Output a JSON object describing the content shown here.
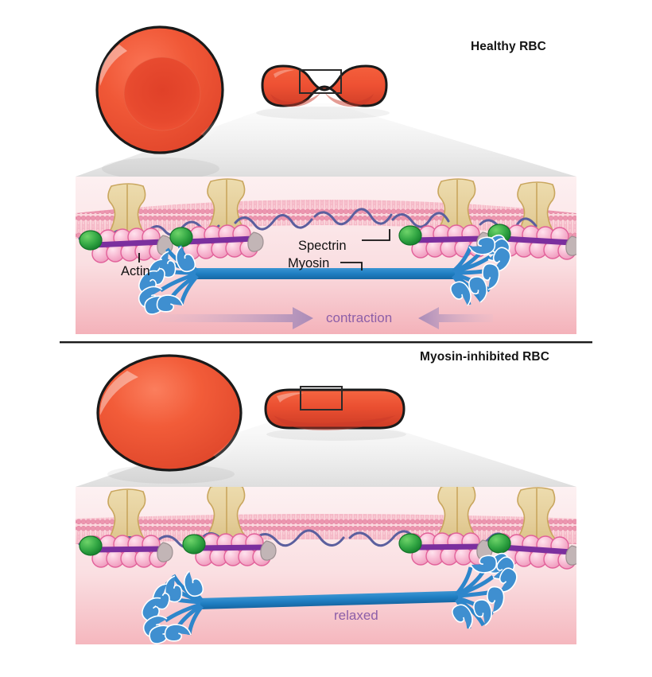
{
  "figure": {
    "type": "scientific-diagram",
    "subject": "Red blood cell membrane cytoskeleton: healthy vs myosin-inhibited",
    "background": "#ffffff"
  },
  "panels": [
    {
      "id": "healthy",
      "title": "Healthy RBC",
      "cell_top_view": {
        "name": "biconcave-disc",
        "shape": "disc-with-central-dimple",
        "fill": "#ef5133",
        "dimple_fill": "#e0412a",
        "outline": "#1a1a1a"
      },
      "cell_side_view": {
        "name": "biconcave-profile",
        "shape": "dumbbell",
        "fill": "#ef5133",
        "outline": "#1a1a1a",
        "callout_box": true
      },
      "membrane_curvature": "arched",
      "state_word": "contraction",
      "state_word_color": "#8d5fa8",
      "arrows": [
        "right",
        "left"
      ],
      "labels": [
        "Actin",
        "Spectrin",
        "Myosin"
      ],
      "transmembrane_protein_count": 4,
      "actin_node_count": 4,
      "myosin_state": "contracted"
    },
    {
      "id": "inhibited",
      "title": "Myosin-inhibited RBC",
      "cell_top_view": {
        "name": "swollen-sphere",
        "shape": "ellipse-no-dimple",
        "fill": "#ef5133",
        "outline": "#1a1a1a"
      },
      "cell_side_view": {
        "name": "flattened-profile",
        "shape": "rounded-bar",
        "fill": "#ef5133",
        "outline": "#1a1a1a",
        "callout_box": true
      },
      "membrane_curvature": "flat",
      "state_word": "relaxed",
      "state_word_color": "#8d5fa8",
      "arrows": [],
      "labels": [],
      "transmembrane_protein_count": 4,
      "actin_node_count": 4,
      "myosin_state": "relaxed"
    }
  ],
  "legend_terms": {
    "actin": "Actin",
    "spectrin": "Spectrin",
    "myosin": "Myosin"
  },
  "colors": {
    "cell_red": "#ef5133",
    "cell_red_dark": "#d6402a",
    "cell_outline": "#1a1a1a",
    "membrane_head": "#e38aa4",
    "membrane_tail": "#f6c3cd",
    "membrane_body": "#f7b9c4",
    "protein_tan": "#e5cf9b",
    "protein_tan_edge": "#c9a65e",
    "actin_bead": "#f6b3cc",
    "actin_bead_edge": "#e2619a",
    "tropomyosin_rod": "#7b2f9e",
    "cap_green": "#2f9e3f",
    "cap_gray": "#b9aeb0",
    "spectrin_thread": "#5b5f9e",
    "myosin_blue": "#1f7ec2",
    "panel_bg_top": "#fdeef0",
    "panel_bg_bottom": "#f6b8bf",
    "accent_purple": "#8d5fa8",
    "arrow_purple": "#bfa0c4",
    "title_text": "#141414"
  }
}
